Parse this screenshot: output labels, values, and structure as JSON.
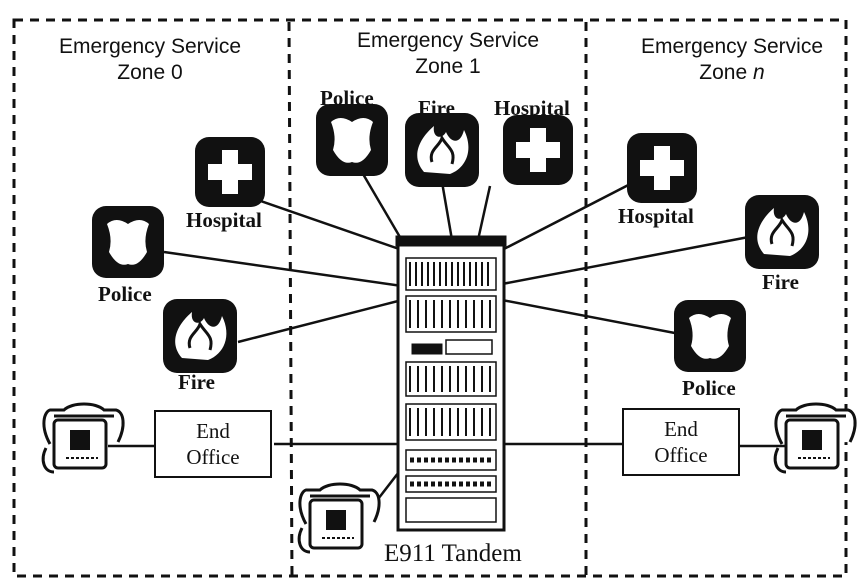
{
  "zones": [
    {
      "title_line1": "Emergency Service",
      "title_line2": "Zone 0"
    },
    {
      "title_line1": "Emergency Service",
      "title_line2": "Zone 1"
    },
    {
      "title_line1": "Emergency Service",
      "title_line2": "Zone",
      "title_suffix": "n"
    }
  ],
  "zone0": {
    "hospital": "Hospital",
    "police": "Police",
    "fire": "Fire",
    "office_line1": "End",
    "office_line2": "Office"
  },
  "zone1": {
    "police": "Police",
    "fire": "Fire",
    "hospital": "Hospital"
  },
  "zonen": {
    "hospital": "Hospital",
    "fire": "Fire",
    "police": "Police",
    "office_line1": "End",
    "office_line2": "Office"
  },
  "tandem": {
    "label": "E911 Tandem"
  },
  "icons": [
    "police-badge-icon",
    "fire-flame-icon",
    "hospital-cross-icon",
    "telephone-icon",
    "switch-rack-icon"
  ],
  "colors": {
    "ink": "#111111",
    "paper": "#ffffff"
  }
}
